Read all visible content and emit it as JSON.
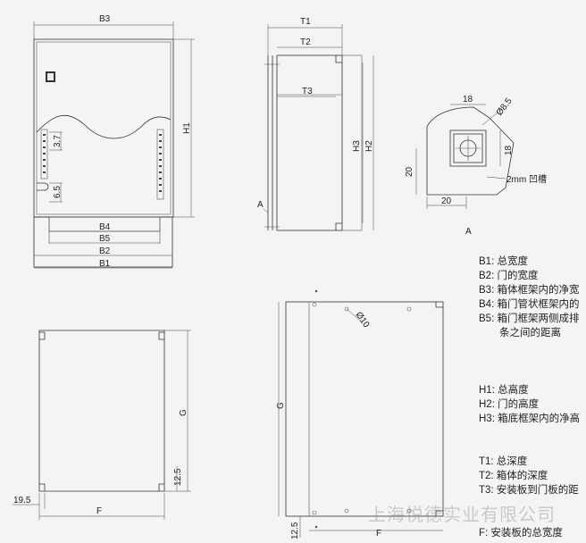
{
  "labels": {
    "b3": "B3",
    "h1": "H1",
    "d37": "3.7",
    "d65": "6.5",
    "b4": "B4",
    "b5": "B5",
    "b2": "B2",
    "b1": "B1",
    "t1": "T1",
    "t2": "T2",
    "t3": "T3",
    "a_side": "A",
    "h3": "H3",
    "h2": "H2",
    "d18_top": "18",
    "dia85": "Ø8.5",
    "d18_side": "18",
    "d20_side": "20",
    "d20_bottom": "20",
    "groove": "2mm 凹槽",
    "view_a": "A",
    "g_left": "G",
    "d125_left": "12.5",
    "d195": "19.5",
    "f_left": "F",
    "g_right": "G",
    "dia10": "Ø10",
    "d125_right": "12.5",
    "f_right": "F"
  },
  "legend": [
    "B1: 总宽度",
    "B2: 门的宽度",
    "B3: 箱体框架内的净宽",
    "B4: 箱门管状框架内的",
    "B5: 箱门框架两侧成排",
    "条之间的距离",
    "H1: 总高度",
    "H2: 门的高度",
    "H3: 箱底框架内的净高",
    "T1: 总深度",
    "T2: 箱体的深度",
    "T3: 安装板到门板的距",
    "F: 安装板的总宽度"
  ],
  "watermark": "上海悦德实业有限公司"
}
